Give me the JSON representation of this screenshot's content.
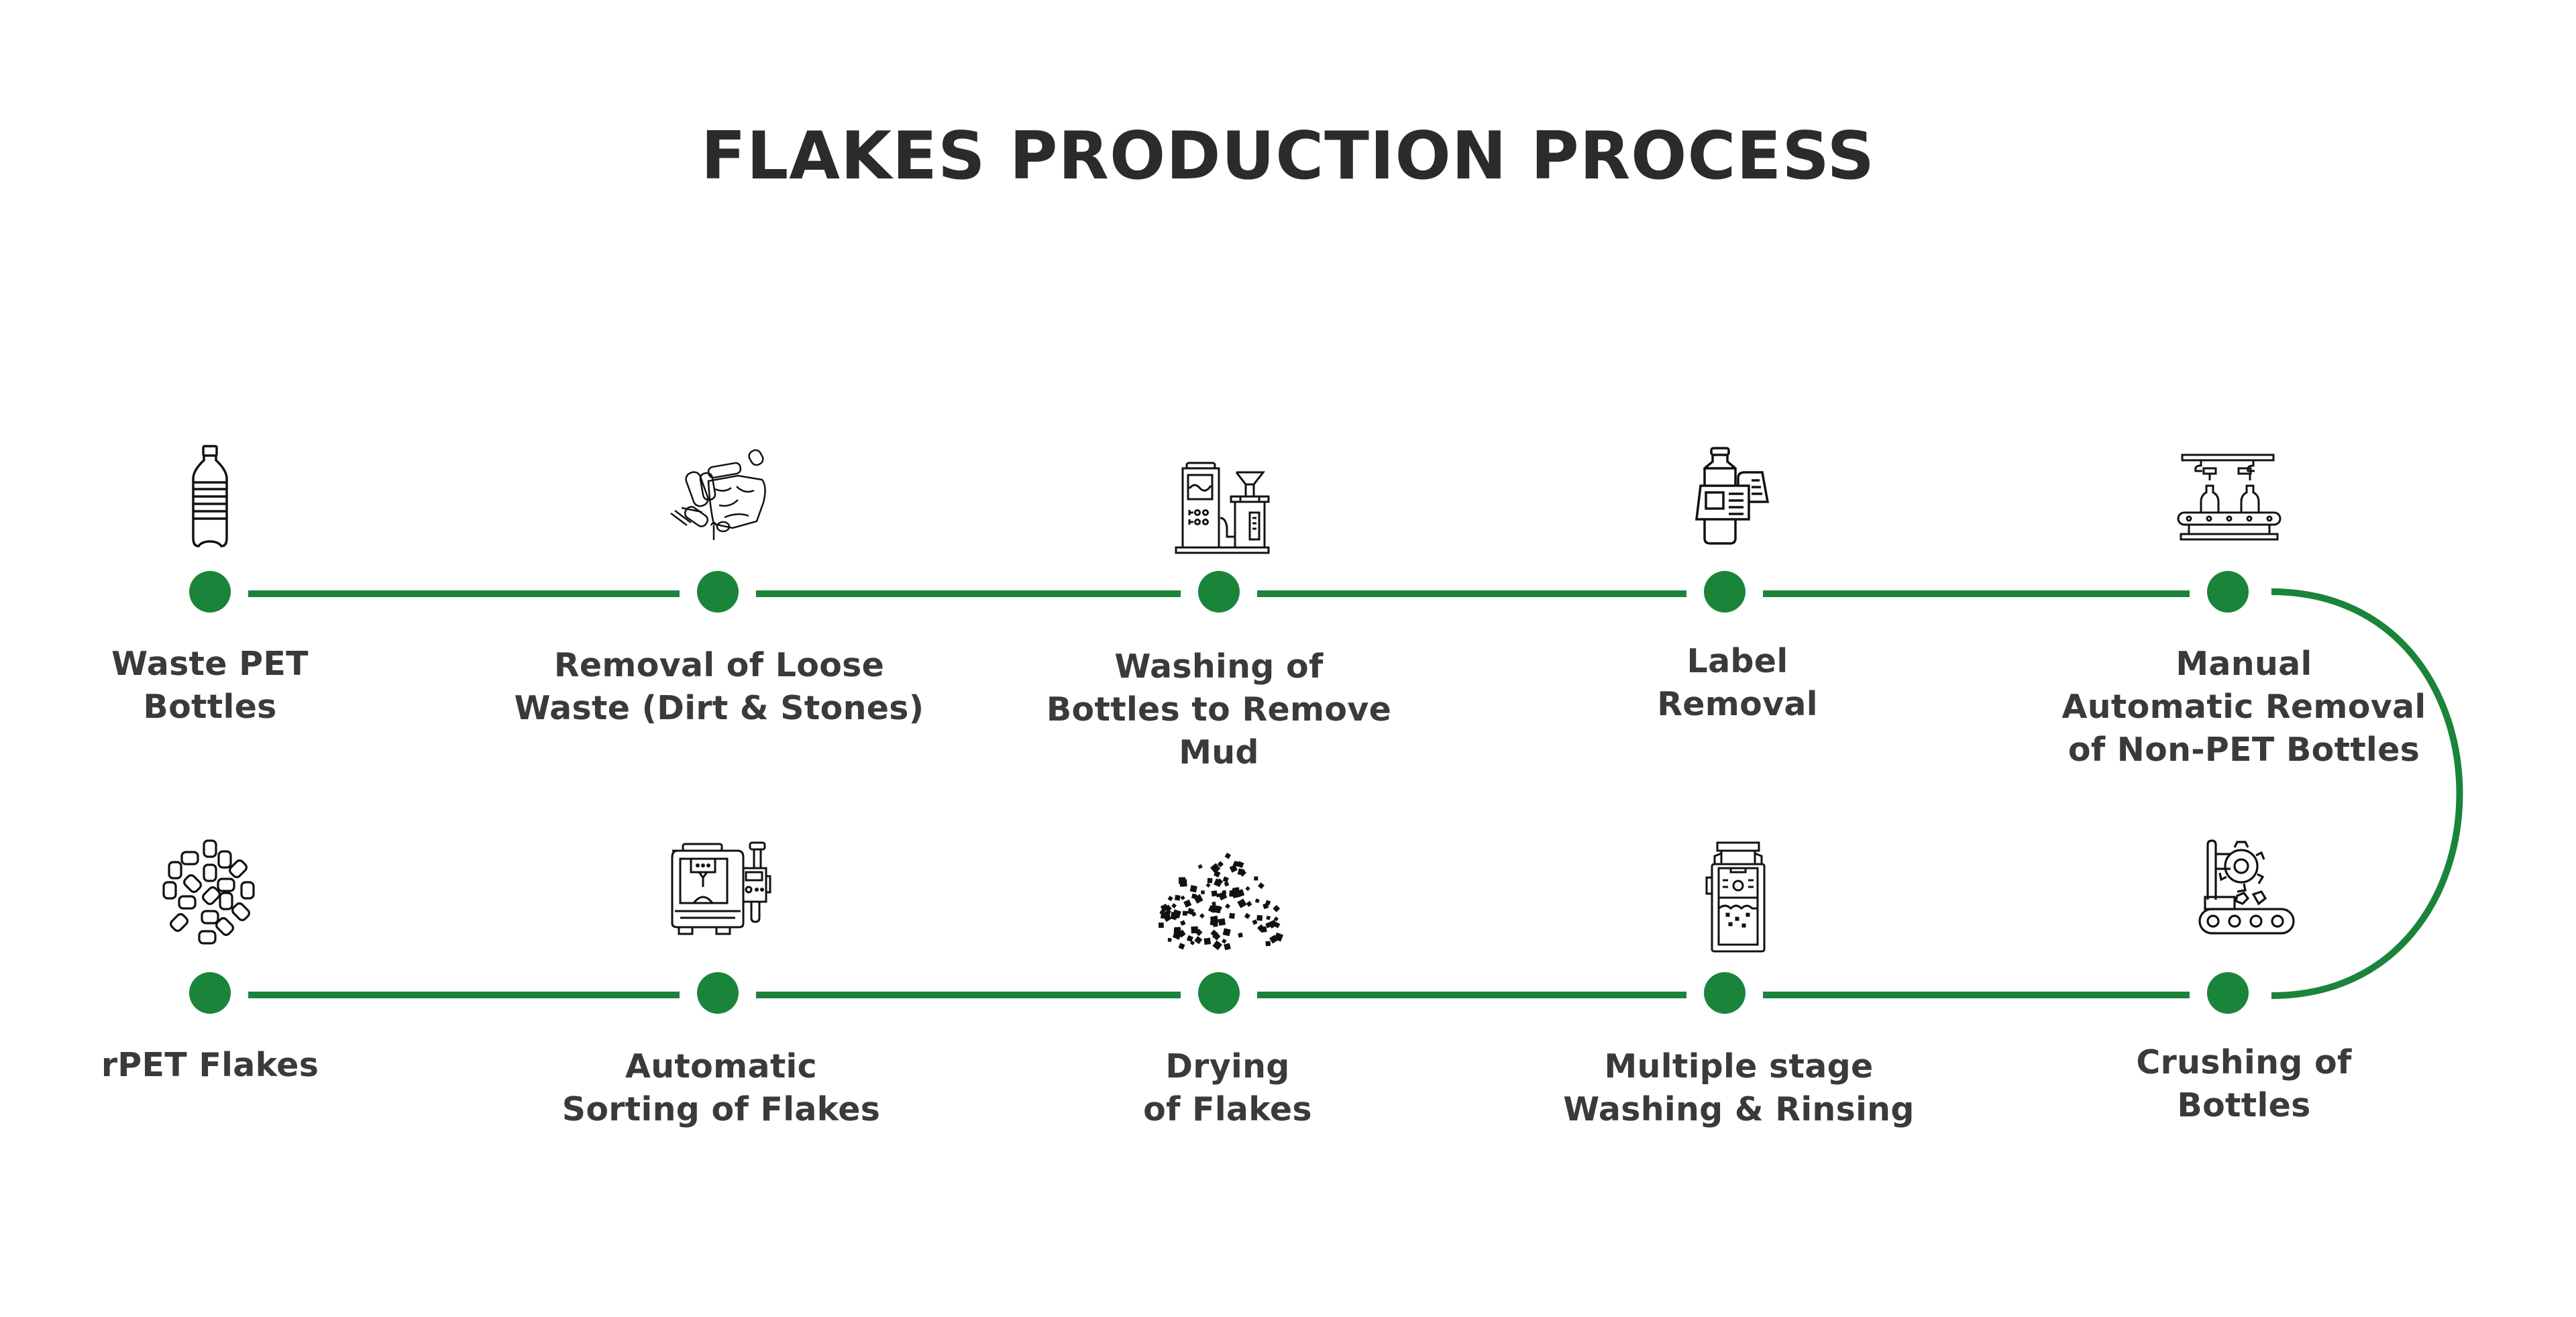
{
  "title": "FLAKES PRODUCTION PROCESS",
  "colors": {
    "accent": "#1a843a",
    "text": "#3a3a3a",
    "title": "#2b2b29",
    "icon": "#111111"
  },
  "top_row": [
    {
      "label": "Waste PET\nBottles",
      "icon": "pet-bottle-icon"
    },
    {
      "label": "Removal of Loose\nWaste (Dirt & Stones)",
      "icon": "loose-waste-pile-icon"
    },
    {
      "label": "Washing of\nBottles to Remove\nMud",
      "icon": "washing-machine-icon"
    },
    {
      "label": "Label\nRemoval",
      "icon": "bottle-label-icon"
    },
    {
      "label": "Manual\nAutomatic Removal\nof Non-PET Bottles",
      "icon": "bottle-conveyor-icon"
    }
  ],
  "bottom_row": [
    {
      "label": "rPET Flakes",
      "icon": "flakes-icon"
    },
    {
      "label": "Automatic\nSorting of Flakes",
      "icon": "sorting-machine-icon"
    },
    {
      "label": "Drying\nof Flakes",
      "icon": "dried-flakes-pile-icon"
    },
    {
      "label": "Multiple stage\nWashing & Rinsing",
      "icon": "washing-tank-icon"
    },
    {
      "label": "Crushing of\nBottles",
      "icon": "crusher-conveyor-icon"
    }
  ]
}
